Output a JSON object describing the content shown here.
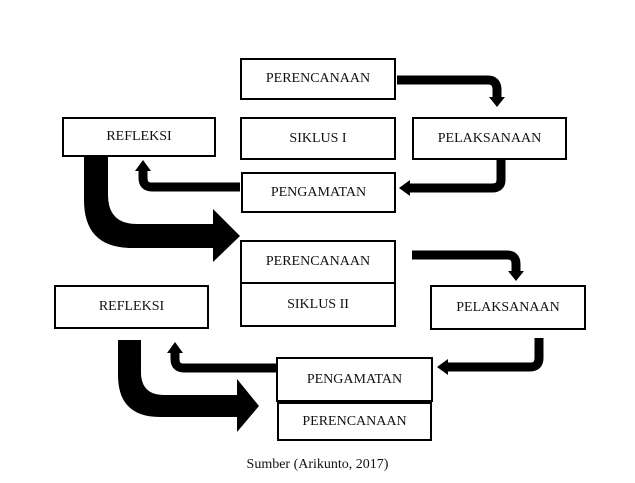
{
  "cycle1": {
    "planning": "PERENCANAAN",
    "label": "SIKLUS I",
    "action": "PELAKSANAAN",
    "observation": "PENGAMATAN",
    "reflection": "REFLEKSI"
  },
  "cycle2": {
    "planning": "PERENCANAAN",
    "label": "SIKLUS II",
    "action": "PELAKSANAAN",
    "observation": "PENGAMATAN",
    "reflection": "REFLEKSI",
    "next_planning": "PERENCANAAN"
  },
  "caption": "Sumber (Arikunto, 2017)"
}
